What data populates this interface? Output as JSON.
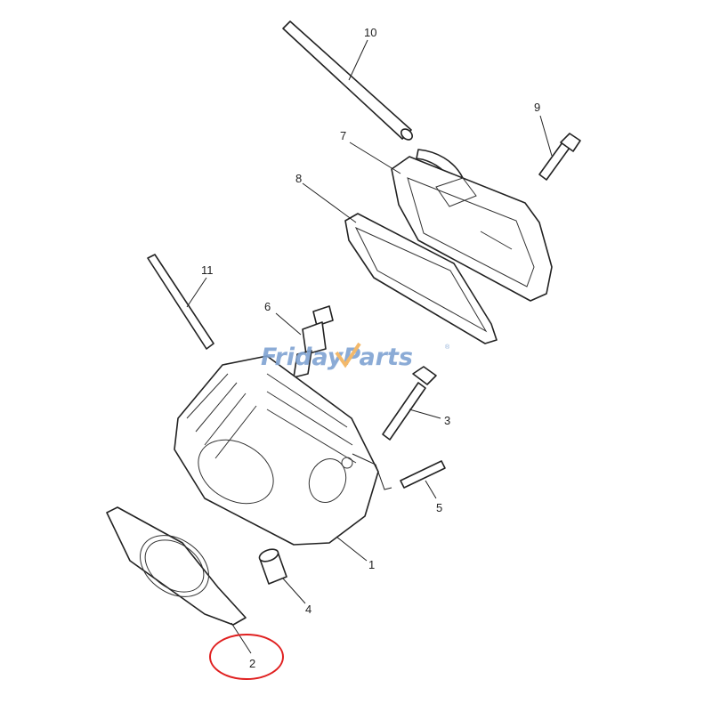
{
  "diagram": {
    "callouts": [
      {
        "id": "10",
        "label": "10"
      },
      {
        "id": "9",
        "label": "9"
      },
      {
        "id": "7",
        "label": "7"
      },
      {
        "id": "8",
        "label": "8"
      },
      {
        "id": "11",
        "label": "11"
      },
      {
        "id": "6",
        "label": "6"
      },
      {
        "id": "3",
        "label": "3"
      },
      {
        "id": "5",
        "label": "5"
      },
      {
        "id": "1",
        "label": "1"
      },
      {
        "id": "4",
        "label": "4"
      },
      {
        "id": "2",
        "label": "2"
      }
    ],
    "highlighted_part": "2",
    "highlight_color": "#e02020"
  },
  "logo": {
    "text_a": "Fri",
    "text_b": "day",
    "text_c": "Parts",
    "registered": "®",
    "color_blue": "#7fa3d2",
    "color_orange": "#f2b25c"
  }
}
